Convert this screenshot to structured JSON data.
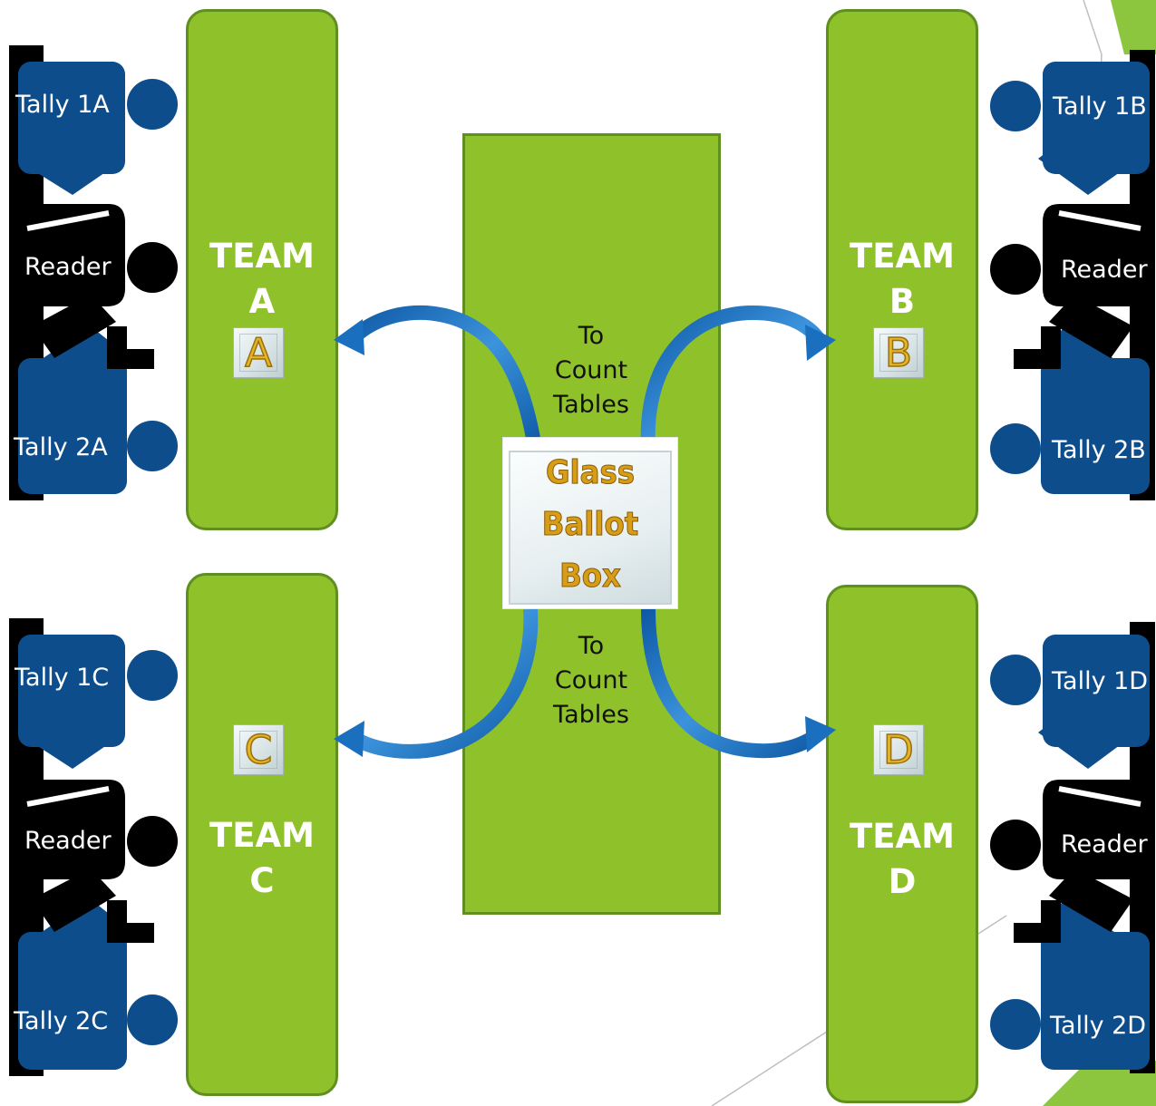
{
  "teams": [
    {
      "id": "a",
      "title_line1": "TEAM",
      "title_line2": "A",
      "box_letter": "A"
    },
    {
      "id": "b",
      "title_line1": "TEAM",
      "title_line2": "B",
      "box_letter": "B"
    },
    {
      "id": "c",
      "title_line1": "TEAM",
      "title_line2": "C",
      "box_letter": "C"
    },
    {
      "id": "d",
      "title_line1": "TEAM",
      "title_line2": "D",
      "box_letter": "D"
    }
  ],
  "center": {
    "top_label": [
      "To",
      "Count",
      "Tables"
    ],
    "bottom_label": [
      "To",
      "Count",
      "Tables"
    ],
    "ballot_box": [
      "Glass",
      "Ballot",
      "Box"
    ]
  },
  "seats": {
    "a": {
      "tally1": "Tally 1A",
      "reader": "Reader",
      "tally2": "Tally 2A"
    },
    "b": {
      "tally1": "Tally 1B",
      "reader": "Reader",
      "tally2": "Tally 2B"
    },
    "c": {
      "tally1": "Tally 1C",
      "reader": "Reader",
      "tally2": "Tally 2C"
    },
    "d": {
      "tally1": "Tally 1D",
      "reader": "Reader",
      "tally2": "Tally 2D"
    }
  },
  "colors": {
    "table_green": "#8fc12a",
    "table_border": "#5f8f1e",
    "tally_blue": "#0d4d8c",
    "reader_black": "#000000",
    "arrow_blue": "#1a6fbf",
    "box_gold": "#d89d16",
    "accent_corner": "#8cc63f"
  }
}
